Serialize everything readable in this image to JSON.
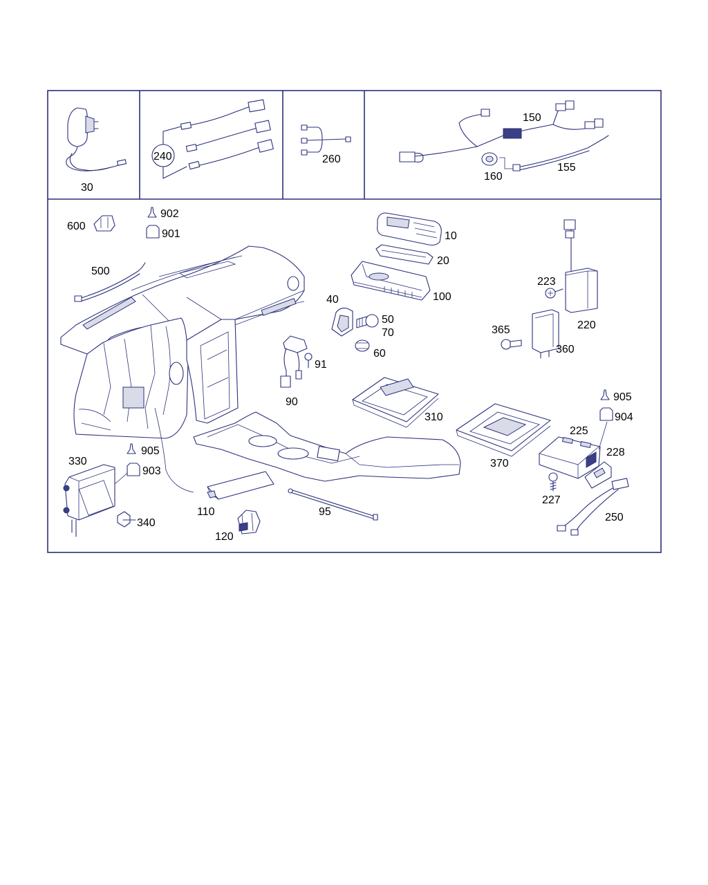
{
  "labels": {
    "l30": "30",
    "l240": "240",
    "l260": "260",
    "l150": "150",
    "l160": "160",
    "l155": "155",
    "l600": "600",
    "l902": "902",
    "l901": "901",
    "l500": "500",
    "l10": "10",
    "l20": "20",
    "l100": "100",
    "l40": "40",
    "l50": "50",
    "l70": "70",
    "l60": "60",
    "l91": "91",
    "l90": "90",
    "l223": "223",
    "l220": "220",
    "l365": "365",
    "l360": "360",
    "l310": "310",
    "l905a": "905",
    "l904": "904",
    "l225": "225",
    "l228": "228",
    "l370": "370",
    "l227": "227",
    "l250": "250",
    "l330": "330",
    "l905b": "905",
    "l903": "903",
    "l340": "340",
    "l110": "110",
    "l95": "95",
    "l120": "120"
  },
  "colors": {
    "line": "#2a2f7a",
    "background": "#ffffff",
    "text": "#000000"
  },
  "icons": {
    "marker_symbol": "pin-icon",
    "clip_symbol": "clip-icon"
  }
}
